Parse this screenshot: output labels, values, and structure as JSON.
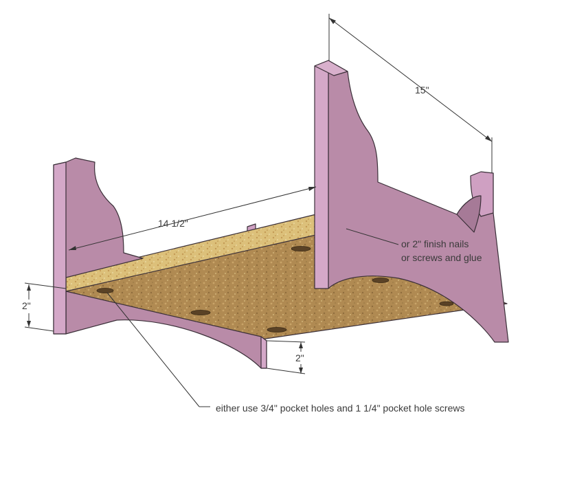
{
  "dimensions": {
    "depth": "15\"",
    "length": "14 1/2\"",
    "height_left": "2\"",
    "height_front": "2\""
  },
  "notes": {
    "attach_line1": "or 2\" finish nails",
    "attach_line2": "or screws and glue",
    "pocket_holes": "either use 3/4\" pocket holes and 1 1/4\" pocket hole screws"
  },
  "colors": {
    "side_face": "#b98ba8",
    "side_edge": "#cf9fc0",
    "plywood": "#b58e55",
    "plywood_edge": "#dcc07a"
  }
}
